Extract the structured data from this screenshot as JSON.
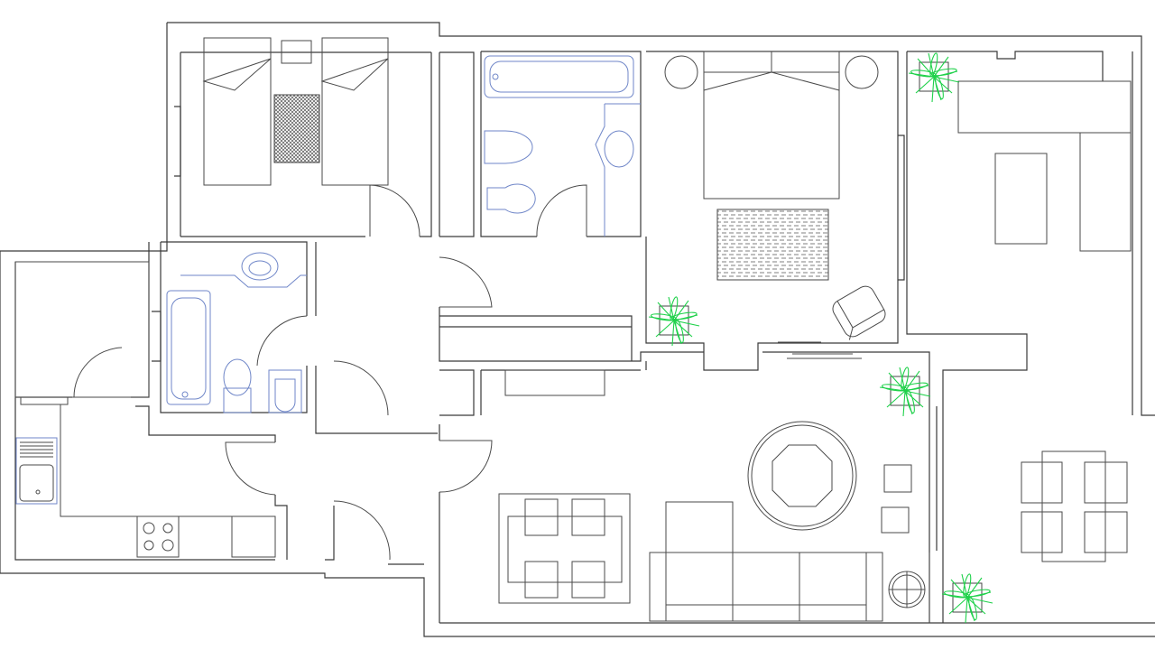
{
  "colors": {
    "wall": "#3a3a3a",
    "furniture": "#4a4a4a",
    "sanitary": "#6f86c8",
    "plant": "#1fd14a",
    "background": "#ffffff"
  },
  "plants": [
    {
      "name": "plant-bedroom-corner"
    },
    {
      "name": "plant-hall"
    },
    {
      "name": "plant-living-corner"
    },
    {
      "name": "plant-dining-corner"
    }
  ]
}
